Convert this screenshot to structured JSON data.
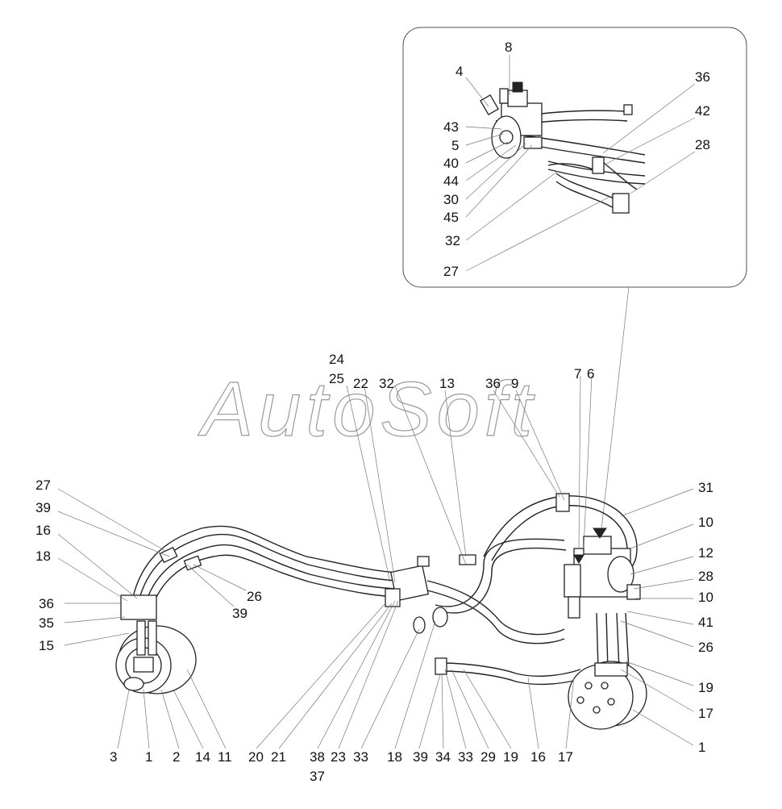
{
  "watermark": "AutoSoft",
  "callouts": [
    {
      "id": "c-8",
      "text": "8"
    },
    {
      "id": "c-4",
      "text": "4"
    },
    {
      "id": "c-36a",
      "text": "36"
    },
    {
      "id": "c-42",
      "text": "42"
    },
    {
      "id": "c-43",
      "text": "43"
    },
    {
      "id": "c-5",
      "text": "5"
    },
    {
      "id": "c-28a",
      "text": "28"
    },
    {
      "id": "c-40",
      "text": "40"
    },
    {
      "id": "c-44",
      "text": "44"
    },
    {
      "id": "c-30",
      "text": "30"
    },
    {
      "id": "c-45",
      "text": "45"
    },
    {
      "id": "c-32a",
      "text": "32"
    },
    {
      "id": "c-27a",
      "text": "27"
    },
    {
      "id": "c-24",
      "text": "24"
    },
    {
      "id": "c-25",
      "text": "25"
    },
    {
      "id": "c-22",
      "text": "22"
    },
    {
      "id": "c-32b",
      "text": "32"
    },
    {
      "id": "c-13",
      "text": "13"
    },
    {
      "id": "c-36b",
      "text": "36"
    },
    {
      "id": "c-9",
      "text": "9"
    },
    {
      "id": "c-7",
      "text": "7"
    },
    {
      "id": "c-6",
      "text": "6"
    },
    {
      "id": "c-27b",
      "text": "27"
    },
    {
      "id": "c-39a",
      "text": "39"
    },
    {
      "id": "c-16a",
      "text": "16"
    },
    {
      "id": "c-18a",
      "text": "18"
    },
    {
      "id": "c-26a",
      "text": "26"
    },
    {
      "id": "c-39b",
      "text": "39"
    },
    {
      "id": "c-36c",
      "text": "36"
    },
    {
      "id": "c-35",
      "text": "35"
    },
    {
      "id": "c-15",
      "text": "15"
    },
    {
      "id": "c-31",
      "text": "31"
    },
    {
      "id": "c-10a",
      "text": "10"
    },
    {
      "id": "c-12",
      "text": "12"
    },
    {
      "id": "c-28b",
      "text": "28"
    },
    {
      "id": "c-10b",
      "text": "10"
    },
    {
      "id": "c-41",
      "text": "41"
    },
    {
      "id": "c-26b",
      "text": "26"
    },
    {
      "id": "c-19a",
      "text": "19"
    },
    {
      "id": "c-17a",
      "text": "17"
    },
    {
      "id": "c-1a",
      "text": "1"
    },
    {
      "id": "c-3",
      "text": "3"
    },
    {
      "id": "c-1b",
      "text": "1"
    },
    {
      "id": "c-2",
      "text": "2"
    },
    {
      "id": "c-14",
      "text": "14"
    },
    {
      "id": "c-11",
      "text": "11"
    },
    {
      "id": "c-20",
      "text": "20"
    },
    {
      "id": "c-21",
      "text": "21"
    },
    {
      "id": "c-38",
      "text": "38"
    },
    {
      "id": "c-23",
      "text": "23"
    },
    {
      "id": "c-33a",
      "text": "33"
    },
    {
      "id": "c-18b",
      "text": "18"
    },
    {
      "id": "c-39c",
      "text": "39"
    },
    {
      "id": "c-34",
      "text": "34"
    },
    {
      "id": "c-33b",
      "text": "33"
    },
    {
      "id": "c-29",
      "text": "29"
    },
    {
      "id": "c-19b",
      "text": "19"
    },
    {
      "id": "c-16b",
      "text": "16"
    },
    {
      "id": "c-17b",
      "text": "17"
    },
    {
      "id": "c-37",
      "text": "37"
    }
  ]
}
